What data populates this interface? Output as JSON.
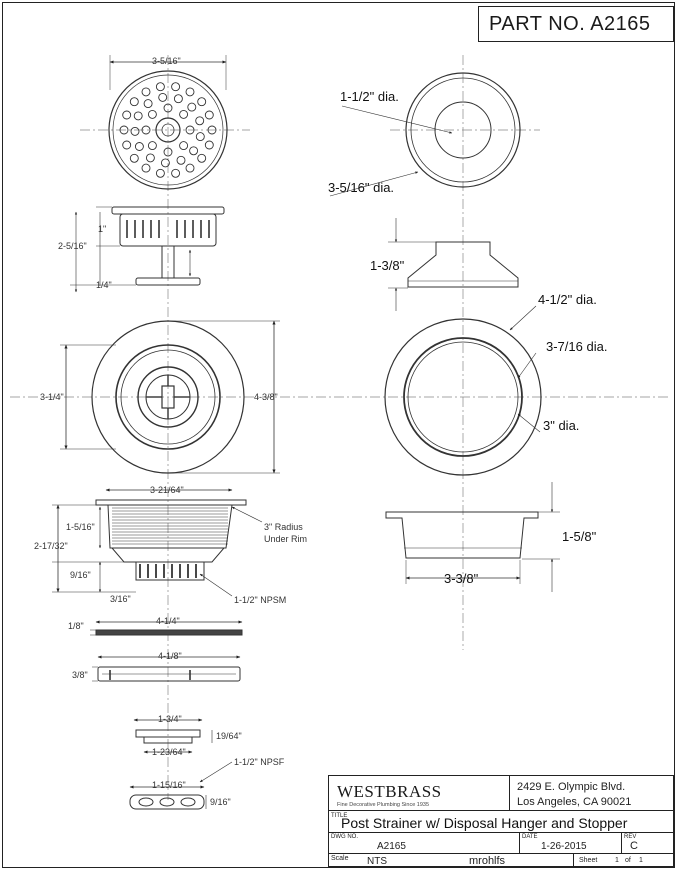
{
  "part_number": "PART NO. A2165",
  "title_block": {
    "company": "WESTBRASS",
    "tagline": "Fine Decorative Plumbing Since 1935",
    "address_line1": "2429 E. Olympic Blvd.",
    "address_line2": "Los Angeles, CA 90021",
    "title_label": "TITLE",
    "title": "Post Strainer w/ Disposal Hanger and Stopper",
    "dwg_label": "DWG NO.",
    "dwg_no": "A2165",
    "date_label": "DATE",
    "date": "1-26-2015",
    "rev_label": "REV",
    "rev": "C",
    "scale_label": "Scale",
    "scale": "NTS",
    "drawn_by": "mrohlfs",
    "sheet_label": "Sheet",
    "sheet_no": "1",
    "sheet_of": "of",
    "sheet_total": "1"
  },
  "left_dims": {
    "strainer_top_width": "3-5/16\"",
    "basket_height": "1\"",
    "basket_total": "2-5/16\"",
    "basket_post": "1/4\"",
    "flange_inner": "3-1/4\"",
    "flange_outer": "4-3/8\"",
    "body_top": "3-21/64\"",
    "body_upper": "1-5/16\"",
    "body_total": "2-17/32\"",
    "body_lower": "9/16\"",
    "body_small": "3/16\"",
    "radius_note_1": "3\" Radius",
    "radius_note_2": "Under Rim",
    "thread_note": "1-1/2\" NPSM",
    "gasket_thk": "1/8\"",
    "gasket_width": "4-1/4\"",
    "ring_width": "4-1/8\"",
    "ring_height": "3/8\"",
    "nut_top": "1-3/4\"",
    "nut_height": "19/64\"",
    "nut_bottom": "1-23/64\"",
    "nut_thread_note": "1-1/2\" NPSF",
    "washer_width": "1-15/16\"",
    "washer_height": "9/16\""
  },
  "right_dims": {
    "hanger_inner": "1-1/2\" dia.",
    "hanger_outer": "3-5/16\" dia.",
    "hanger_height": "1-3/8\"",
    "stopper_outer": "4-1/2\" dia.",
    "stopper_mid": "3-7/16 dia.",
    "stopper_inner": "3\" dia.",
    "cup_height": "1-5/8\"",
    "cup_width": "3-3/8\""
  }
}
